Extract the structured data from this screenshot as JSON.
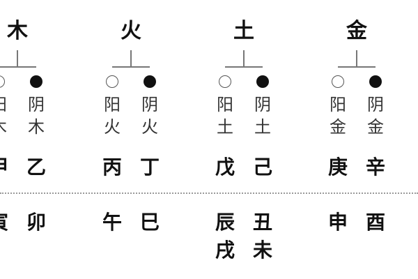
{
  "elements": [
    {
      "name": "木",
      "yang": {
        "label": "阳",
        "elem": "木",
        "stem": "甲",
        "branches": [
          "寅"
        ]
      },
      "yin": {
        "label": "阴",
        "elem": "木",
        "stem": "乙",
        "branches": [
          "卯"
        ]
      }
    },
    {
      "name": "火",
      "yang": {
        "label": "阳",
        "elem": "火",
        "stem": "丙",
        "branches": [
          "午"
        ]
      },
      "yin": {
        "label": "阴",
        "elem": "火",
        "stem": "丁",
        "branches": [
          "巳"
        ]
      }
    },
    {
      "name": "土",
      "yang": {
        "label": "阳",
        "elem": "土",
        "stem": "戊",
        "branches": [
          "辰",
          "戌"
        ]
      },
      "yin": {
        "label": "阴",
        "elem": "土",
        "stem": "己",
        "branches": [
          "丑",
          "未"
        ]
      }
    },
    {
      "name": "金",
      "yang": {
        "label": "阳",
        "elem": "金",
        "stem": "庚",
        "branches": [
          "申"
        ]
      },
      "yin": {
        "label": "阴",
        "elem": "金",
        "stem": "辛",
        "branches": [
          "酉"
        ]
      }
    }
  ],
  "legend": {
    "yang_marker": "open-circle",
    "yin_marker": "filled-circle"
  }
}
